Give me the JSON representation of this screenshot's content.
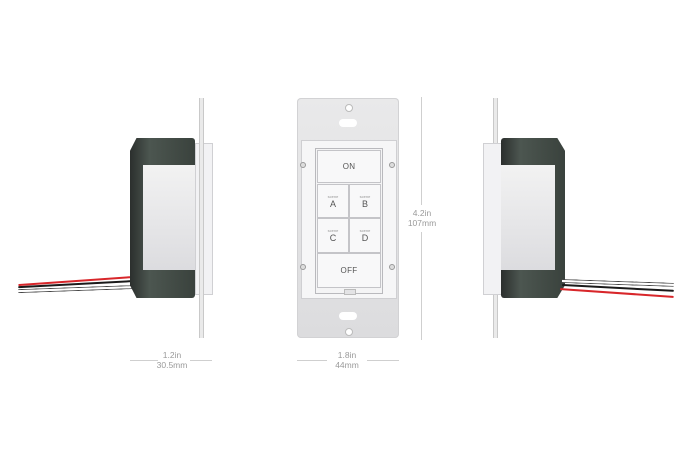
{
  "product": {
    "views": [
      "left-side",
      "front",
      "right-side"
    ],
    "keypad": {
      "top_button": "ON",
      "bottom_button": "OFF",
      "scene_caption": "scene",
      "scenes": [
        "A",
        "B",
        "C",
        "D"
      ]
    }
  },
  "dimensions": {
    "height": {
      "imperial": "4.2in",
      "metric": "107mm"
    },
    "width": {
      "imperial": "1.8in",
      "metric": "44mm"
    },
    "depth": {
      "imperial": "1.2in",
      "metric": "30.5mm"
    }
  },
  "colors": {
    "wire_red": "#d8262a",
    "wire_black": "#1a1a1a",
    "wire_white": "#f4f4f4",
    "plate": "#e4e4e6",
    "dim_text": "#9a9a9a"
  }
}
